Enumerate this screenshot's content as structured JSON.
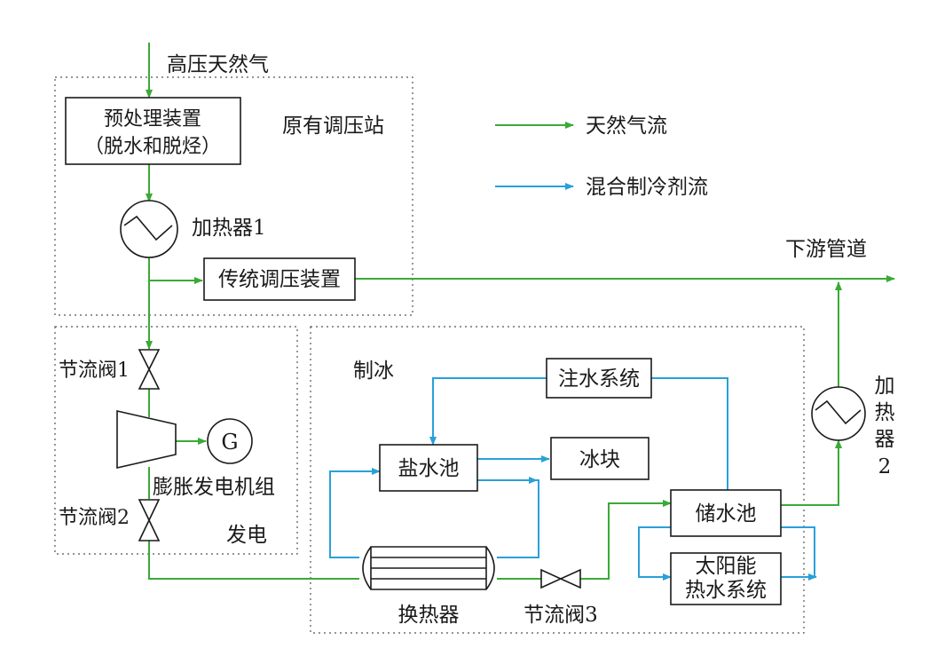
{
  "colors": {
    "gas": "#3aaa35",
    "refrigerant": "#2aa0d8",
    "line": "#1a1a1a"
  },
  "labels": {
    "inlet": "高压天然气",
    "station": "原有调压站",
    "pretreat_line1": "预处理装置",
    "pretreat_line2": "（脱水和脱烃）",
    "heater1": "加热器1",
    "traditional": "传统调压装置",
    "downstream": "下游管道",
    "legend_gas": "天然气流",
    "legend_refrigerant": "混合制冷剂流",
    "valve1": "节流阀1",
    "valve2": "节流阀2",
    "generator": "G",
    "expander": "膨胀发电机组",
    "power": "发电",
    "ice_making": "制冰",
    "water_injection": "注水系统",
    "brine_pool": "盐水池",
    "ice_block": "冰块",
    "storage_pool": "储水池",
    "solar_line1": "太阳能",
    "solar_line2": "热水系统",
    "exchanger": "换热器",
    "valve3": "节流阀3",
    "heater2_chars": [
      "加",
      "热",
      "器",
      "2"
    ]
  }
}
